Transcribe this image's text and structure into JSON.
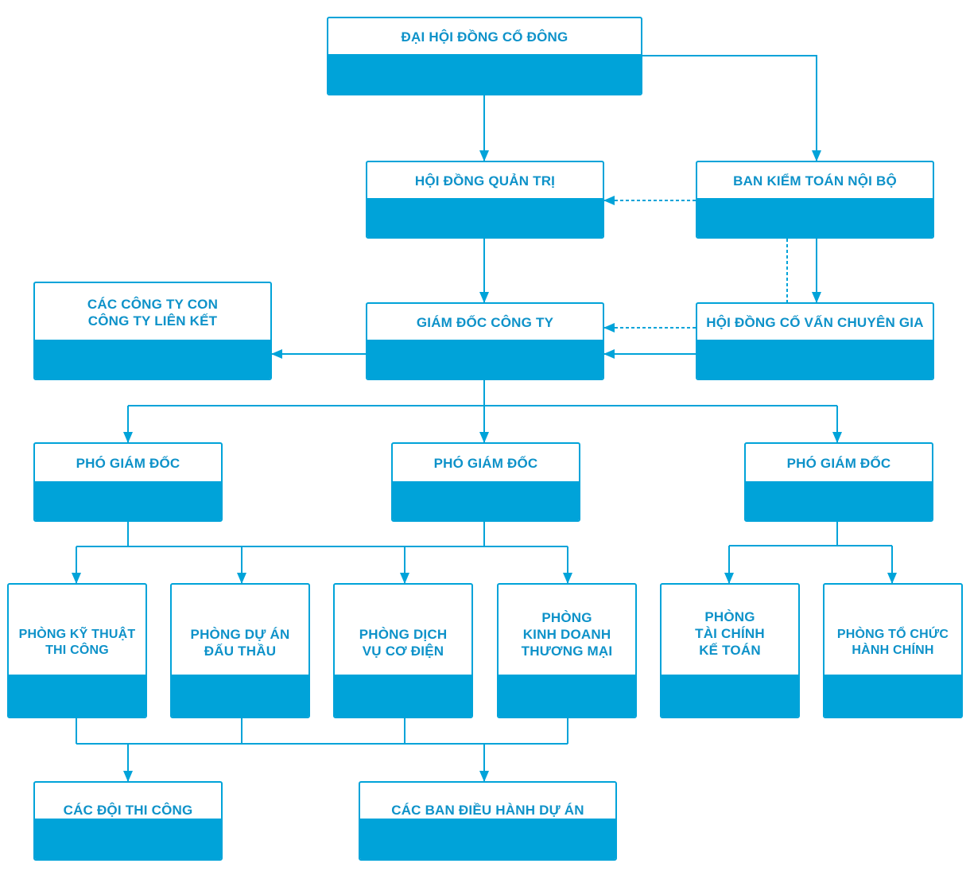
{
  "colors": {
    "accent": "#00a3d9",
    "text": "#0e92c9",
    "background": "#ffffff"
  },
  "nodes": {
    "dhdcd": "ĐẠI HỘI ĐỒNG CỔ ĐÔNG",
    "hdqt": "HỘI ĐỒNG QUẢN TRỊ",
    "bktnb": "BAN KIỂM TOÁN NỘI BỘ",
    "cty_con": "CÁC CÔNG TY CON\nCÔNG TY LIÊN KẾT",
    "gdct": "GIÁM ĐỐC CÔNG TY",
    "hdcvcg": "HỘI ĐỒNG CỐ VẤN CHUYÊN GIA",
    "pgd1": "PHÓ GIÁM ĐỐC",
    "pgd2": "PHÓ GIÁM ĐỐC",
    "pgd3": "PHÓ GIÁM ĐỐC",
    "p_ktthi": "PHÒNG KỸ THUẬT\nTHI CÔNG",
    "p_duan": "PHÒNG DỰ ÁN\nĐẤU THẦU",
    "p_dichvu": "PHÒNG DỊCH\nVỤ CƠ ĐIỆN",
    "p_kinhdoanh": "PHÒNG\nKINH DOANH\nTHƯƠNG MẠI",
    "p_taichinh": "PHÒNG\nTÀI CHÍNH\nKẾ TOÁN",
    "p_tochuc": "PHÒNG TỔ CHỨC\nHÀNH CHÍNH",
    "doi_thicong": "CÁC ĐỘI THI CÔNG",
    "ban_dieuhanh": "CÁC BAN ĐIỀU HÀNH DỰ ÁN"
  }
}
